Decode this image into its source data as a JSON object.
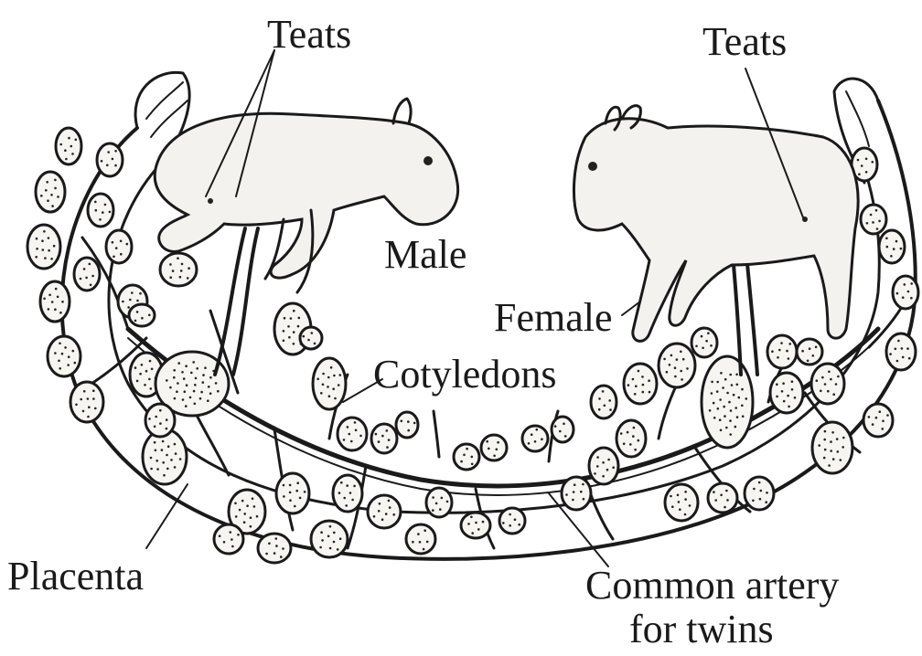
{
  "labels": {
    "teats_left": "Teats",
    "teats_right": "Teats",
    "male": "Male",
    "female": "Female",
    "cotyledons": "Cotyledons",
    "placenta": "Placenta",
    "common_artery_line1": "Common artery",
    "common_artery_line2": "for twins"
  }
}
